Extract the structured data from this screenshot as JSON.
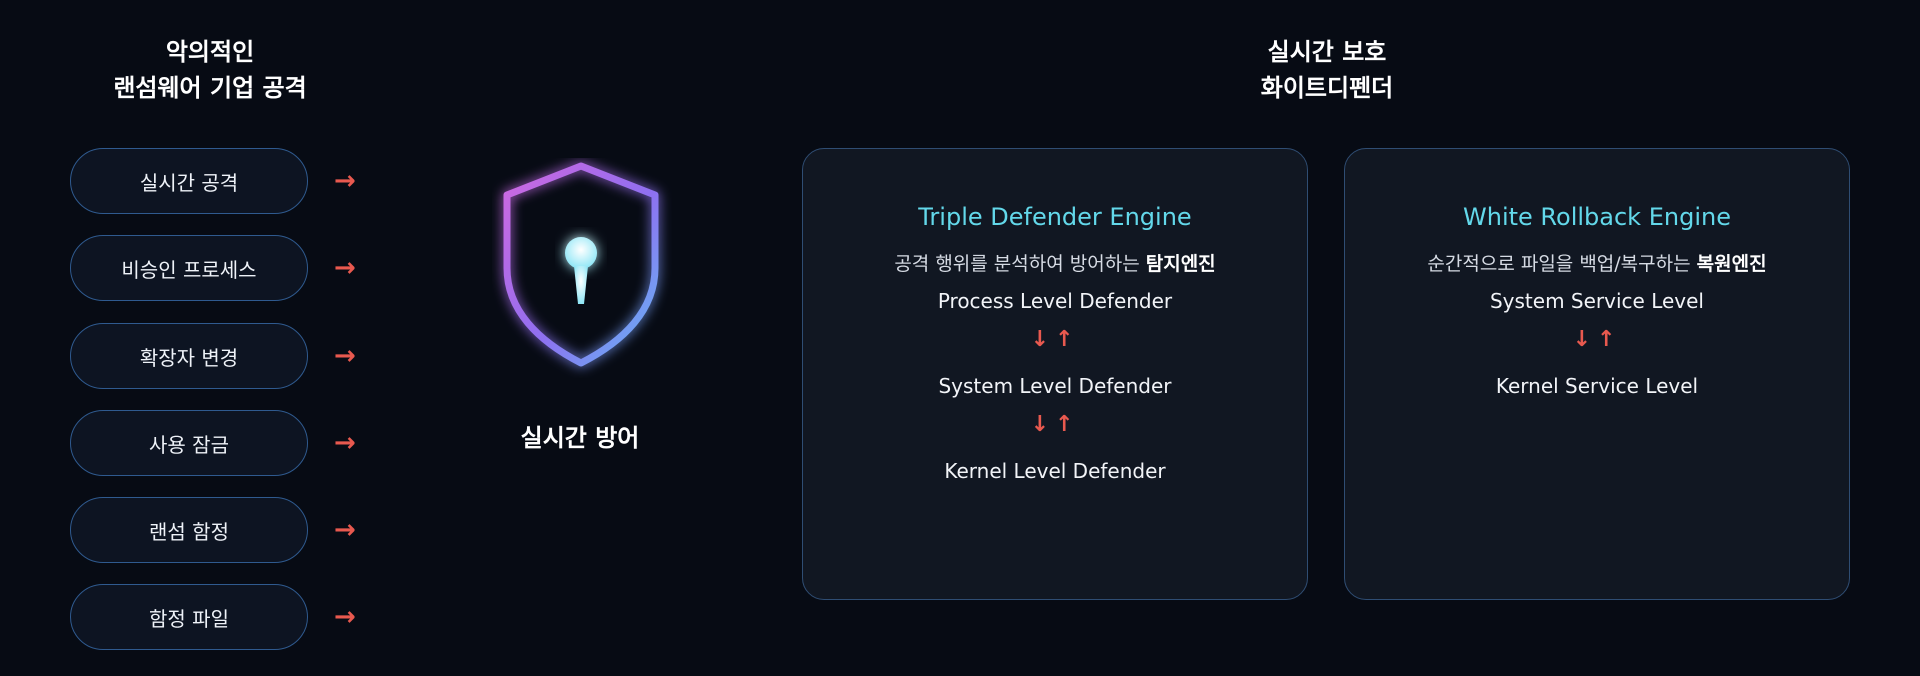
{
  "left_heading": {
    "line1": "악의적인",
    "line2": "랜섬웨어 기업 공격"
  },
  "right_heading": {
    "line1": "실시간 보호",
    "line2": "화이트디펜더"
  },
  "attacks": [
    {
      "label": "실시간 공격",
      "arrow": "→"
    },
    {
      "label": "비승인 프로세스",
      "arrow": "→"
    },
    {
      "label": "확장자 변경",
      "arrow": "→"
    },
    {
      "label": "사용 잠금",
      "arrow": "→"
    },
    {
      "label": "랜섬 함정",
      "arrow": "→"
    },
    {
      "label": "함정 파일",
      "arrow": "→"
    }
  ],
  "shield": {
    "label": "실시간 방어",
    "icon": "keyhole-shield-icon"
  },
  "engines": {
    "triple": {
      "title": "Triple Defender Engine",
      "desc_prefix": "공격 행위를 분석하여 방어하는 ",
      "desc_bold": "탐지엔진",
      "levels": [
        "Process Level Defender",
        "System Level Defender",
        "Kernel Level Defender"
      ],
      "updown": "↓↑"
    },
    "rollback": {
      "title": "White Rollback Engine",
      "desc_prefix": "순간적으로 파일을 백업/복구하는 ",
      "desc_bold": "복원엔진",
      "levels": [
        "System Service Level",
        "Kernel Service Level"
      ],
      "updown": "↓↑"
    }
  },
  "colors": {
    "background": "#070b14",
    "accent_cyan": "#63d8ea",
    "arrow_red": "#e8594f",
    "pill_border": "#2f5a8f",
    "shield_gradient_start": "#d068e0",
    "shield_gradient_end": "#63b8f5"
  }
}
